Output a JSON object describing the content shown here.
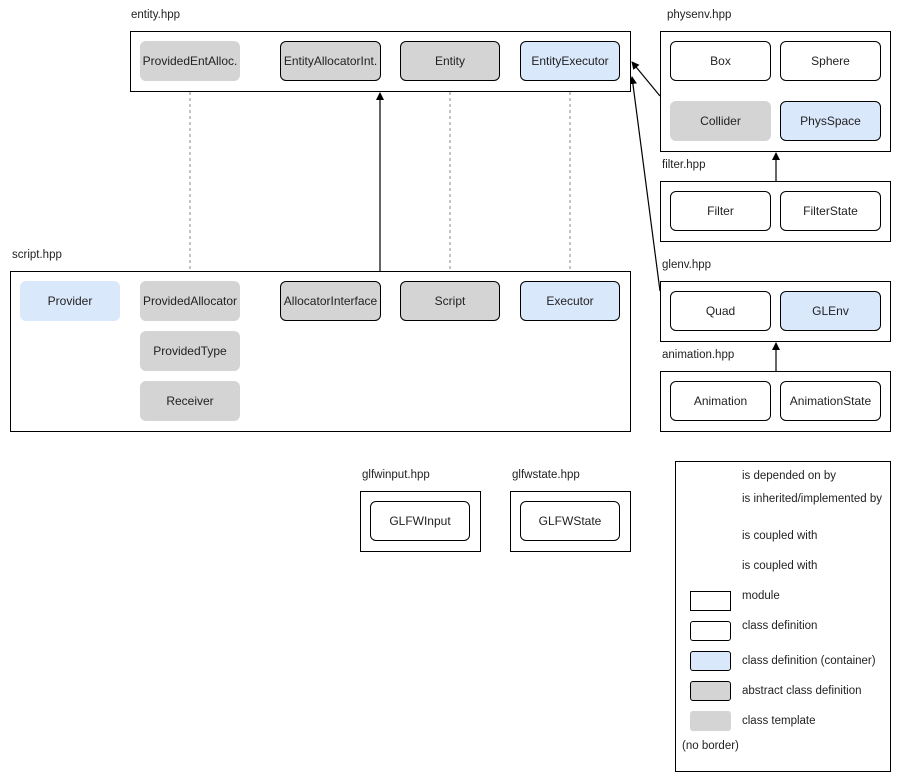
{
  "modules": {
    "entity": {
      "label": "entity.hpp",
      "classes": {
        "provided_ent_alloc": "ProvidedEntAlloc.",
        "entity_allocator_int": "EntityAllocatorInt.",
        "entity": "Entity",
        "entity_executor": "EntityExecutor"
      }
    },
    "physenv": {
      "label": "physenv.hpp",
      "classes": {
        "box": "Box",
        "sphere": "Sphere",
        "collider": "Collider",
        "physspace": "PhysSpace"
      }
    },
    "filter": {
      "label": "filter.hpp",
      "classes": {
        "filter": "Filter",
        "filterstate": "FilterState"
      }
    },
    "glenv": {
      "label": "glenv.hpp",
      "classes": {
        "quad": "Quad",
        "glenv": "GLEnv"
      }
    },
    "animation": {
      "label": "animation.hpp",
      "classes": {
        "animation": "Animation",
        "animationstate": "AnimationState"
      }
    },
    "script": {
      "label": "script.hpp",
      "classes": {
        "provider": "Provider",
        "provided_allocator": "ProvidedAllocator",
        "provided_type": "ProvidedType",
        "receiver": "Receiver",
        "allocator_interface": "AllocatorInterface",
        "script": "Script",
        "executor": "Executor"
      }
    },
    "glfwinput": {
      "label": "glfwinput.hpp",
      "classes": {
        "glfwinput": "GLFWInput"
      }
    },
    "glfwstate": {
      "label": "glfwstate.hpp",
      "classes": {
        "glfwstate": "GLFWState"
      }
    }
  },
  "legend": {
    "depended_on": "is depended on by",
    "inherited": "is inherited/implemented by",
    "coupled_1": "is coupled with",
    "coupled_2": "is coupled with",
    "module": "module",
    "class_def": "class definition",
    "class_def_container": "class definition (container)",
    "abstract_class": "abstract class definition",
    "class_template": "class template",
    "no_border": "(no border)"
  },
  "colors": {
    "container_fill": "#dae8fc",
    "abstract_fill": "#d4d4d4",
    "coupling_line": "#6c8ebf",
    "inheritance_line": "#888888",
    "dependency_line": "#000000"
  }
}
